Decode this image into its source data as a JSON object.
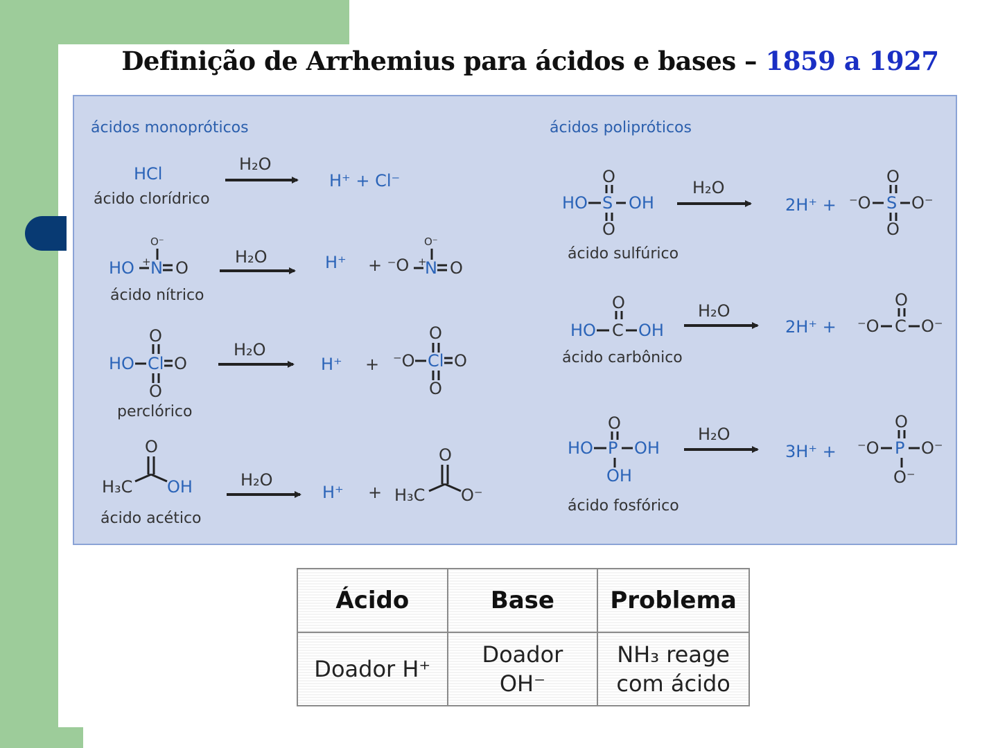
{
  "title": {
    "main": "Definição de Arrhemius para ácidos e bases –",
    "years": "1859 a 1927"
  },
  "panel": {
    "mono_header": "ácidos monopróticos",
    "poly_header": "ácidos polipróticos",
    "water": "H₂O",
    "reactions": {
      "hcl": {
        "formula": "HCl",
        "name": "ácido clorídrico",
        "products": "H⁺  +  Cl⁻"
      },
      "nitric": {
        "name": "ácido nítrico"
      },
      "perchloric": {
        "name": "perclórico"
      },
      "acetic": {
        "name": "ácido acético"
      },
      "sulfuric": {
        "name": "ácido sulfúrico",
        "coef": "2H⁺ +"
      },
      "carbonic": {
        "name": "ácido carbônico",
        "coef": "2H⁺ +"
      },
      "phosphoric": {
        "name": "ácido fosfórico",
        "coef": "3H⁺ +"
      }
    }
  },
  "table": {
    "headers": [
      "Ácido",
      "Base",
      "Problema"
    ],
    "row": {
      "acid": "Doador H⁺",
      "base_line1": "Doador",
      "base_line2": "OH⁻",
      "problem_line1": "NH₃ reage",
      "problem_line2": "com ácido"
    }
  }
}
